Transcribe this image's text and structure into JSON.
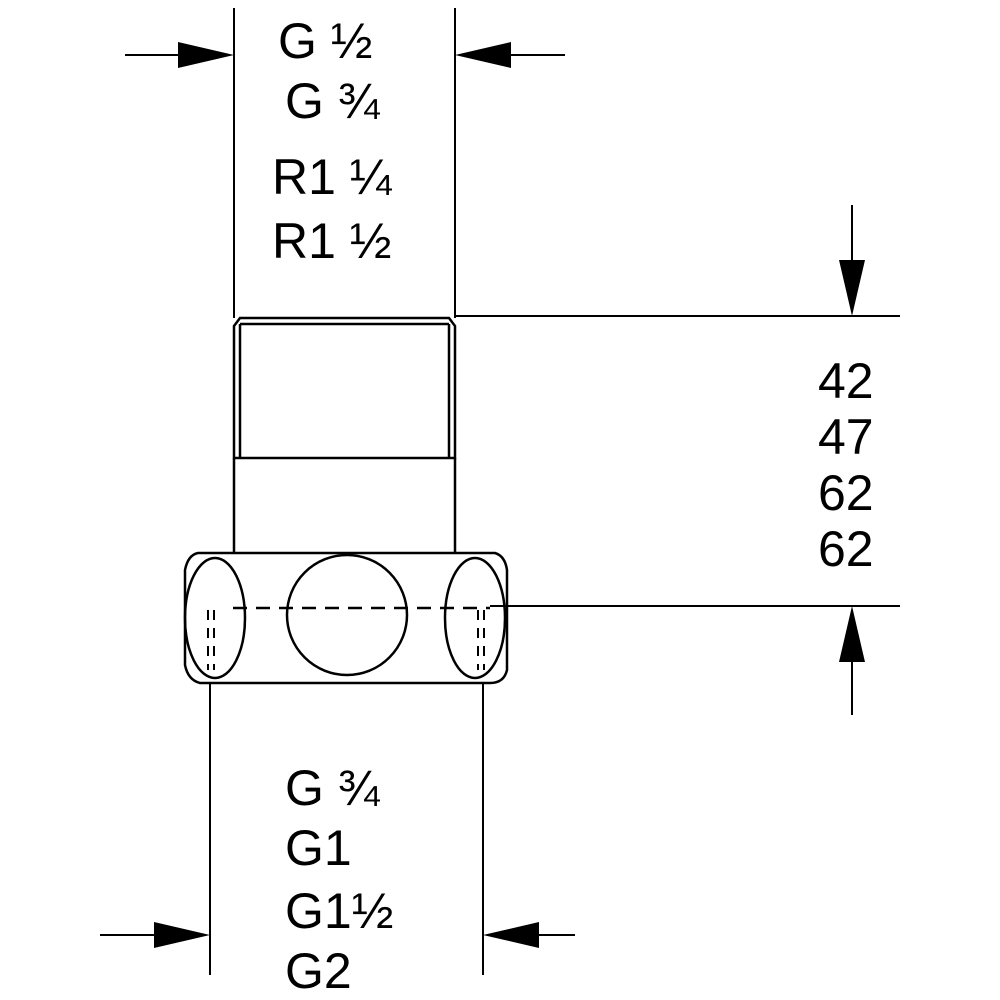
{
  "top_thread_sizes": [
    "G ½",
    "G ¾",
    "R1 ¼",
    "R1 ½"
  ],
  "height_dimensions": [
    "42",
    "47",
    "62",
    "62"
  ],
  "bottom_thread_sizes": [
    "G ¾",
    "G1",
    "G1½",
    "G2"
  ]
}
